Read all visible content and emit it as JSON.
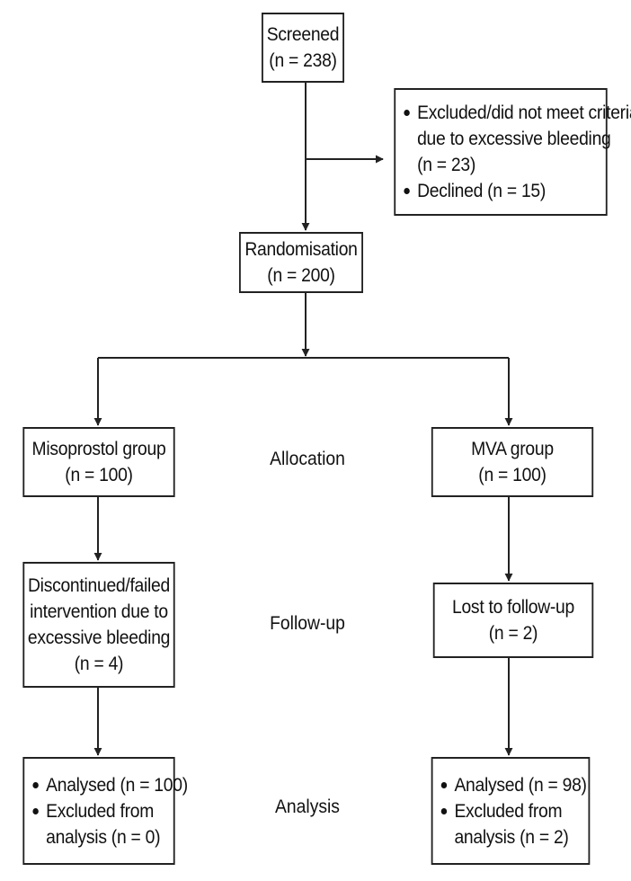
{
  "screened": {
    "line1": "Screened",
    "line2": "(n = 238)"
  },
  "excluded": {
    "items": [
      {
        "line1": "Excluded/did not meet criteria",
        "line2": "due to excessive bleeding",
        "line3": "(n = 23)"
      },
      {
        "line1": "Declined (n = 15)"
      }
    ]
  },
  "randomisation": {
    "line1": "Randomisation",
    "line2": "(n = 200)"
  },
  "stages": {
    "allocation": "Allocation",
    "followup": "Follow-up",
    "analysis": "Analysis"
  },
  "misoprostol": {
    "allocation": {
      "line1": "Misoprostol group",
      "line2": "(n = 100)"
    },
    "followup": {
      "line1": "Discontinued/failed",
      "line2": "intervention due to",
      "line3": "excessive bleeding",
      "line4": "(n = 4)"
    },
    "analysis": {
      "items": [
        {
          "line1": "Analysed (n = 100)"
        },
        {
          "line1": "Excluded from",
          "line2": "analysis (n = 0)"
        }
      ]
    }
  },
  "mva": {
    "allocation": {
      "line1": "MVA group",
      "line2": "(n = 100)"
    },
    "followup": {
      "line1": "Lost to follow-up",
      "line2": "(n = 2)"
    },
    "analysis": {
      "items": [
        {
          "line1": "Analysed (n = 98)"
        },
        {
          "line1": "Excluded from",
          "line2": "analysis (n = 2)"
        }
      ]
    }
  },
  "colors": {
    "line": "#222222",
    "text": "#111111",
    "background": "#ffffff"
  }
}
